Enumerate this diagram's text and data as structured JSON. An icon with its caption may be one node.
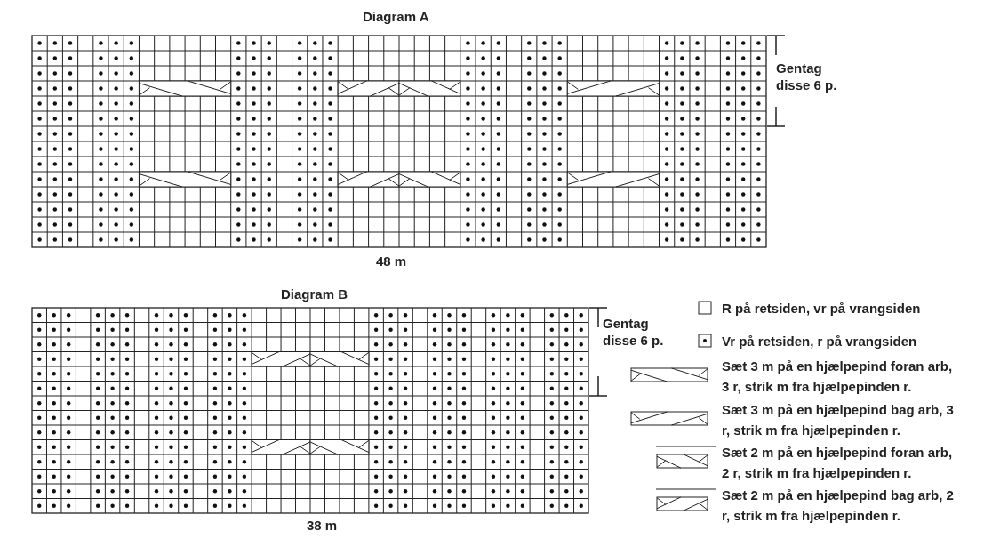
{
  "diagram": {
    "labels": [
      "Diagram A",
      "Gentag disse 6 p.",
      "48 m",
      "Diagram B",
      "Gentag disse 6 p.",
      "38 m"
    ],
    "legend": [
      {
        "text": "R på retsiden, vr på vrangsiden"
      },
      {
        "text": "Vr på retsiden, r på vrangsiden"
      },
      {
        "text": "Sæt 3 m på en hjælpepind foran arb, 3 r, strik m fra hjælpepinden r."
      },
      {
        "text": "Sæt 3 m på en hjælpepind bag arb, 3 r, strik m fra hjælpepinden r."
      },
      {
        "text": "Sæt 2 m på en hjælpepind foran arb, 2 r, strik m fra hjælpepinden r."
      },
      {
        "text": "Sæt 2 m på en hjælpepind bag arb, 2 r, strik m fra hjælpepinden r."
      }
    ]
  }
}
